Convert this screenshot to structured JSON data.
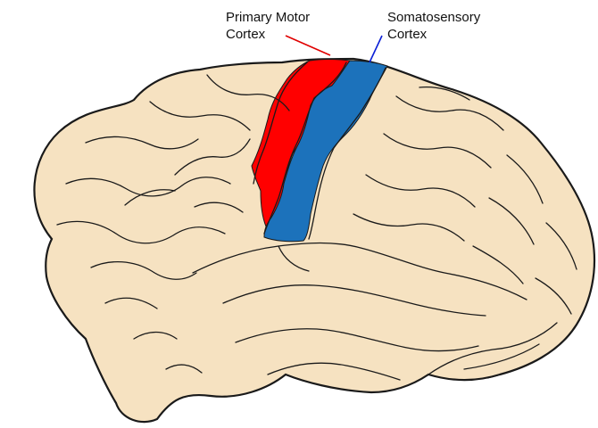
{
  "labels": {
    "primary_motor": {
      "line1": "Primary Motor",
      "line2": "Cortex"
    },
    "somatosensory": {
      "line1": "Somatosensory",
      "line2": "Cortex"
    }
  },
  "colors": {
    "brain_fill": "#f6e2c1",
    "outline": "#1a1a1a",
    "primary_motor": "#ff0000",
    "somatosensory": "#1c72bb",
    "motor_leader": "#e00000",
    "somato_leader": "#0a1fd6"
  }
}
